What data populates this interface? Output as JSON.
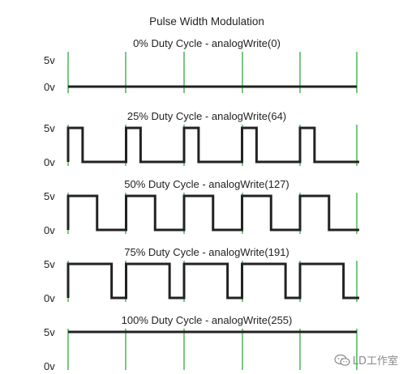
{
  "title": "Pulse Width Modulation",
  "level_labels": {
    "high": "5v",
    "low": "0v"
  },
  "colors": {
    "signal": "#222222",
    "period_marker": "#2eaa3c",
    "text": "#222222",
    "watermark": "#8a8a8a"
  },
  "watermark": {
    "icon": "wechat-icon",
    "text": "LD工作室"
  },
  "chart_data": {
    "type": "line",
    "step": true,
    "periods_shown": 5,
    "levels": [
      "0v",
      "5v"
    ],
    "panels": [
      {
        "title": "0% Duty Cycle - analogWrite(0)",
        "duty_cycle": 0.0
      },
      {
        "title": "25% Duty Cycle - analogWrite(64)",
        "duty_cycle": 0.25
      },
      {
        "title": "50% Duty Cycle - analogWrite(127)",
        "duty_cycle": 0.5
      },
      {
        "title": "75% Duty Cycle - analogWrite(191)",
        "duty_cycle": 0.75
      },
      {
        "title": "100% Duty Cycle - analogWrite(255)",
        "duty_cycle": 1.0
      }
    ]
  }
}
